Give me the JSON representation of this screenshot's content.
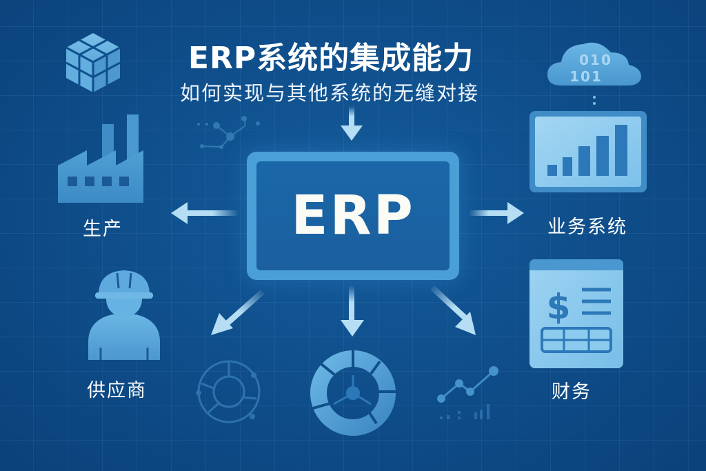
{
  "header": {
    "title": "ERP系统的集成能力",
    "subtitle": "如何实现与其他系统的无缝对接"
  },
  "center": {
    "label": "ERP"
  },
  "nodes": [
    {
      "id": "production",
      "label": "生产",
      "icon": "factory-icon"
    },
    {
      "id": "supplier",
      "label": "供应商",
      "icon": "worker-icon"
    },
    {
      "id": "business",
      "label": "业务系统",
      "icon": "bar-chart-monitor-icon"
    },
    {
      "id": "finance",
      "label": "财务",
      "icon": "finance-document-icon"
    }
  ],
  "decorations": {
    "cloud_binary": [
      "010",
      "101"
    ],
    "cube_icon": "cube-icon",
    "network_icon": "network-nodes-icon",
    "ring_outline_icon": "ring-chart-outline-icon",
    "donut_icon": "donut-chart-icon",
    "line_chart_icon": "line-chart-icon",
    "currency_symbol": "$"
  },
  "colors": {
    "background": "#0f4f8c",
    "icon_fill": "#5aa9dc",
    "arrow": "#b5def5",
    "erp_border": "#4a9fd6",
    "erp_fill": "#1a67a8",
    "text": "#ffffff"
  }
}
